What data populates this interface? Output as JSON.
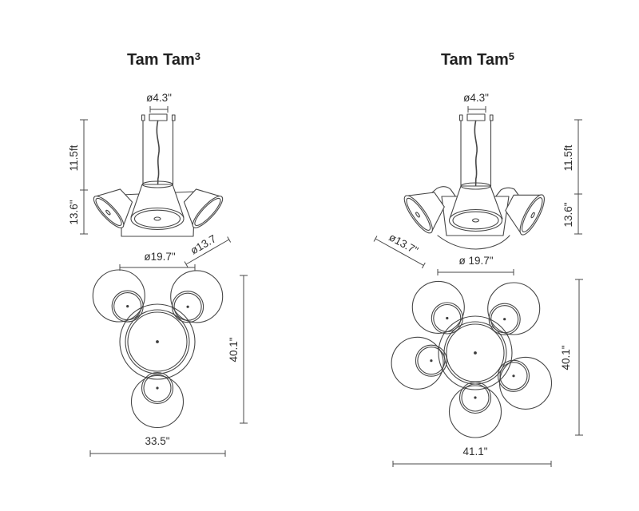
{
  "page": {
    "background": "#ffffff",
    "line_color": "#474747",
    "text_color": "#2e2e2e"
  },
  "panels": [
    {
      "id": "tamtam3",
      "title": {
        "base": "Tam Tam",
        "sup": "3"
      },
      "side_view": {
        "canopy_diameter": "ø4.3\"",
        "suspension_height": "11.5ft",
        "fixture_height": "13.6\"",
        "satellite_shade_diameter": "ø13.7",
        "center_shade_diameter": "ø19.7\""
      },
      "bottom_view": {
        "overall_depth": "40.1\"",
        "overall_width": "33.5\""
      }
    },
    {
      "id": "tamtam5",
      "title": {
        "base": "Tam Tam",
        "sup": "5"
      },
      "side_view": {
        "canopy_diameter": "ø4.3\"",
        "suspension_height": "11.5ft",
        "fixture_height": "13.6\"",
        "satellite_shade_diameter": "ø13.7\"",
        "center_shade_diameter": "ø 19.7\""
      },
      "bottom_view": {
        "overall_depth": "40.1\"",
        "overall_width": "41.1\""
      }
    }
  ]
}
